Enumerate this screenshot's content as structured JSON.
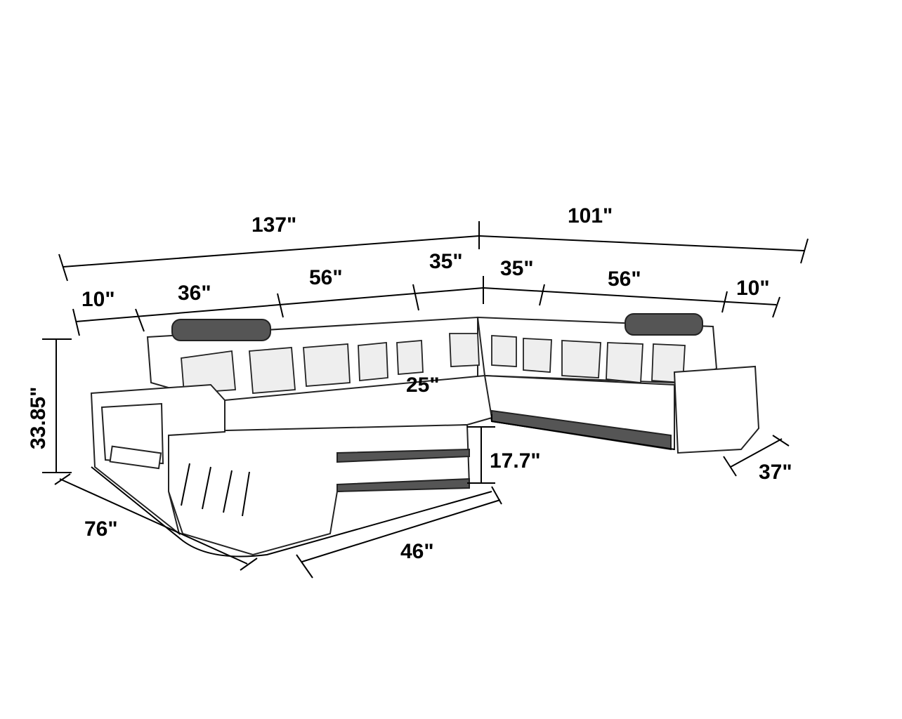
{
  "title": "Sectional sofa dimension drawing",
  "dimensions": {
    "overall_left_width": "137\"",
    "overall_right_width": "101\"",
    "left_corner_seat": "35\"",
    "right_corner_seat": "35\"",
    "left_arm": "10\"",
    "chaise_back": "36\"",
    "left_middle_seat": "56\"",
    "right_middle_seat": "56\"",
    "right_arm": "10\"",
    "overall_height": "33.85\"",
    "backrest_depth": "25\"",
    "seat_height": "17.7\"",
    "right_depth": "37\"",
    "chaise_length": "76\"",
    "chaise_width": "46\""
  }
}
